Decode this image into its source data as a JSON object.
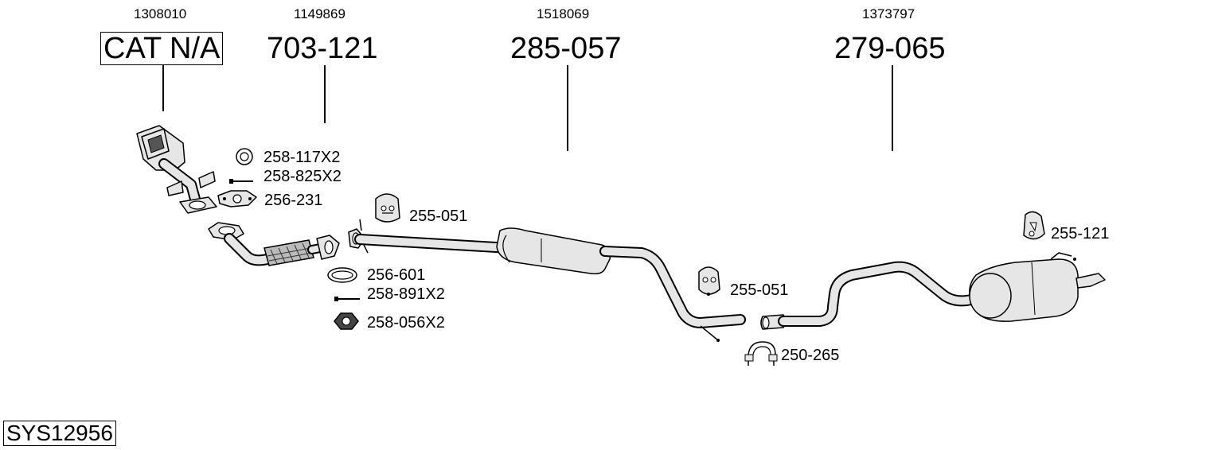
{
  "oe_numbers": [
    "1308010",
    "1149869",
    "1518069",
    "1373797"
  ],
  "main_parts": [
    "CAT N/A",
    "703-121",
    "285-057",
    "279-065"
  ],
  "small_parts": {
    "ring_258_117": "258-117X2",
    "bolt_258_825": "258-825X2",
    "gasket_256_231": "256-231",
    "hanger_255_051_a": "255-051",
    "gasket_256_601": "256-601",
    "bolt_258_891": "258-891X2",
    "nut_258_056": "258-056X2",
    "hanger_255_051_b": "255-051",
    "clamp_250_265": "250-265",
    "hanger_255_121": "255-121"
  },
  "system_code": "SYS12956"
}
